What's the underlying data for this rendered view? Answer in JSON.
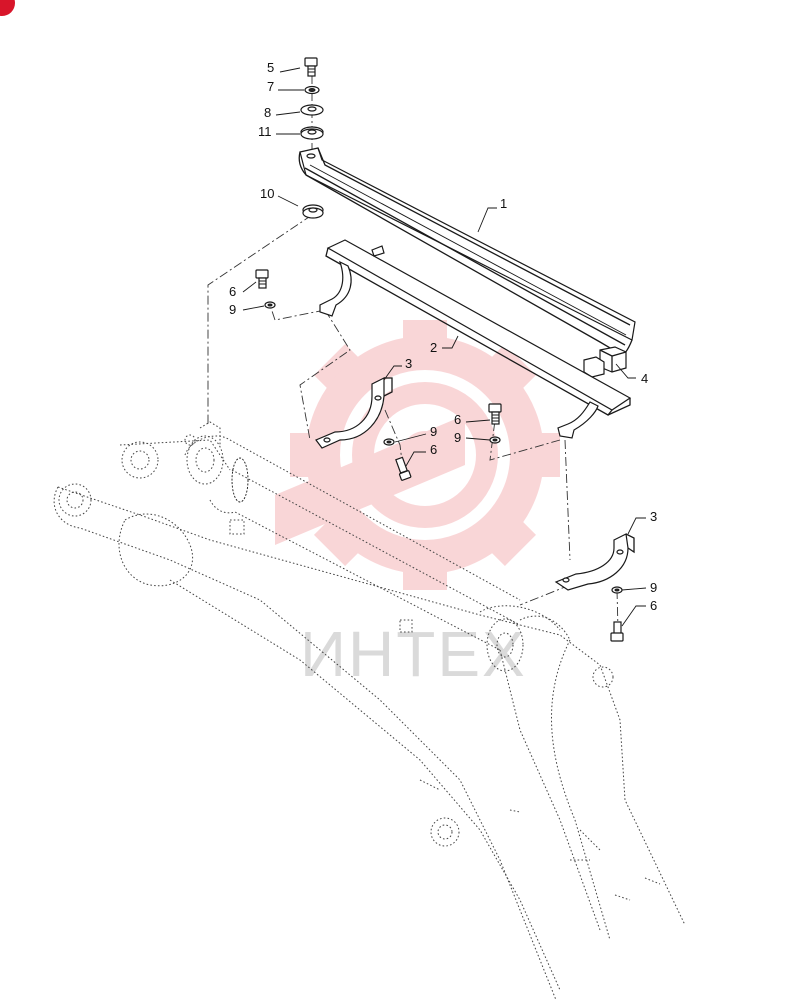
{
  "colors": {
    "watermark": "#e0202a",
    "watermark_text": "#bdbdbd",
    "line": "#1a1a1a",
    "corner_badge": "#d8152a"
  },
  "icons": {
    "corner_badge": "badge-icon",
    "watermark_logo": "gear-logo-icon"
  },
  "watermark": {
    "text": "ИНТЕХ"
  },
  "callouts": {
    "c5": "5",
    "c7": "7",
    "c8": "8",
    "c11": "11",
    "c10": "10",
    "c1": "1",
    "c6a": "6",
    "c9a": "9",
    "c2": "2",
    "c3a": "3",
    "c4": "4",
    "c6b": "6",
    "c9b": "9",
    "c9c": "9",
    "c6c": "6",
    "c3b": "3",
    "c9d": "9",
    "c6d": "6"
  }
}
